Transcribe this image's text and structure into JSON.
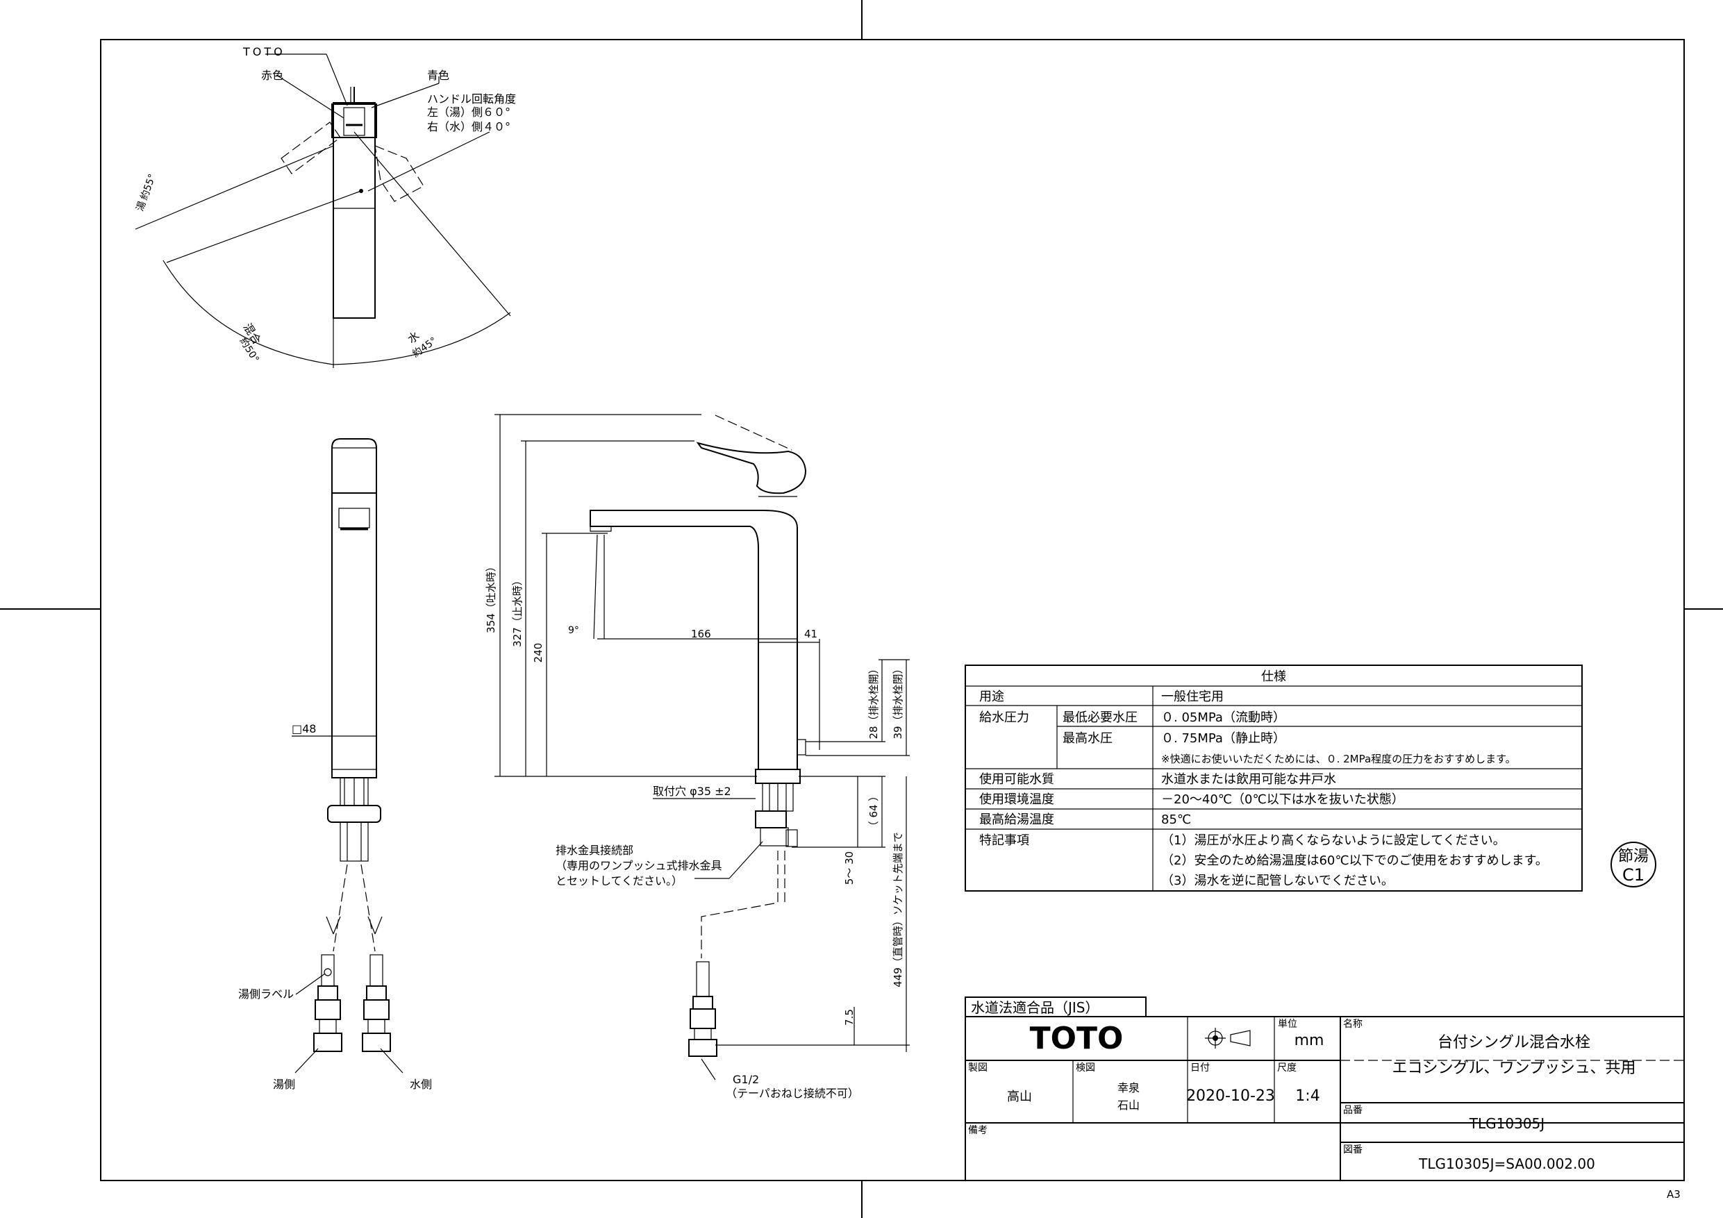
{
  "sheet": {
    "size_label": "A3"
  },
  "plan_view": {
    "brand": "TOTO",
    "red_label": "赤色",
    "blue_label": "青色",
    "handle_rotation_title": "ハンドル回転角度",
    "handle_left": "左（湯）側６０°",
    "handle_right": "右（水）側４０°",
    "hot_label": "湯",
    "hot_angle": "約55°",
    "mix_label": "混合",
    "mix_angle": "約50°",
    "cold_label": "水",
    "cold_angle": "約45°"
  },
  "front_view": {
    "square_label": "□48",
    "hot_side_label_note": "湯側ラベル",
    "hot_side": "湯側",
    "cold_side": "水側"
  },
  "side_view": {
    "dim_354": "354（吐水時）",
    "dim_327": "327（止水時）",
    "dim_240": "240",
    "angle_9": "9°",
    "dim_166": "166",
    "dim_41": "41",
    "dim_28": "28（排水栓開）",
    "dim_39": "39（排水栓閉）",
    "mount_hole": "取付穴 φ35 ±2",
    "dim_64": "（ 64 ）",
    "dim_449": "449（直管時）ソケット先端まで",
    "dim_5_30": "5～ 30",
    "dim_7_5": "7.5",
    "drain_title": "排水金具接続部",
    "drain_line1": "（専用のワンプッシュ式排水金具",
    "drain_line2": "とセットしてください。）",
    "g12": "G1/2",
    "g12_note": "（テーパおねじ接続不可）"
  },
  "spec_table": {
    "title": "仕様",
    "rows": [
      {
        "label": "用途",
        "sub": "",
        "value": "一般住宅用"
      },
      {
        "label": "給水圧力",
        "sub": "最低必要水圧",
        "value": "０. 05MPa（流動時）"
      },
      {
        "label": "",
        "sub": "最高水圧",
        "value": "０. 75MPa（静止時）"
      },
      {
        "label": "",
        "sub": "",
        "value": "※快適にお使いいただくためには、０. 2MPa程度の圧力をおすすめします。"
      },
      {
        "label": "使用可能水質",
        "sub": "",
        "value": "水道水または飲用可能な井戸水"
      },
      {
        "label": "使用環境温度",
        "sub": "",
        "value": "－20～40℃（0℃以下は水を抜いた状態）"
      },
      {
        "label": "最高給湯温度",
        "sub": "",
        "value": "85℃"
      },
      {
        "label": "特記事項",
        "sub": "",
        "value": "（1）湯圧が水圧より高くならないように設定してください。"
      },
      {
        "label": "",
        "sub": "",
        "value": "（2）安全のため給湯温度は60℃以下でのご使用をおすすめします。"
      },
      {
        "label": "",
        "sub": "",
        "value": "（3）湯水を逆に配管しないでください。"
      }
    ]
  },
  "stamp": {
    "line1": "節湯",
    "line2": "C1"
  },
  "title_block": {
    "jis_label": "水道法適合品（JIS）",
    "logo": "TOTO",
    "unit_label": "単位",
    "unit_value": "mm",
    "name_label": "名称",
    "name_line1": "台付シングル混合水栓",
    "name_line2": "エコシングル、ワンプッシュ、共用",
    "drawn_label": "製図",
    "drawn_value": "高山",
    "checked_label": "検図",
    "checked_value1": "幸泉",
    "checked_value2": "石山",
    "date_label": "日付",
    "date_value": "2020-10-23",
    "scale_label": "尺度",
    "scale_value": "1:4",
    "part_label": "品番",
    "part_value": "TLG10305J",
    "remarks_label": "備考",
    "dwg_label": "図番",
    "dwg_value": "TLG10305J=SA00.002.00"
  }
}
